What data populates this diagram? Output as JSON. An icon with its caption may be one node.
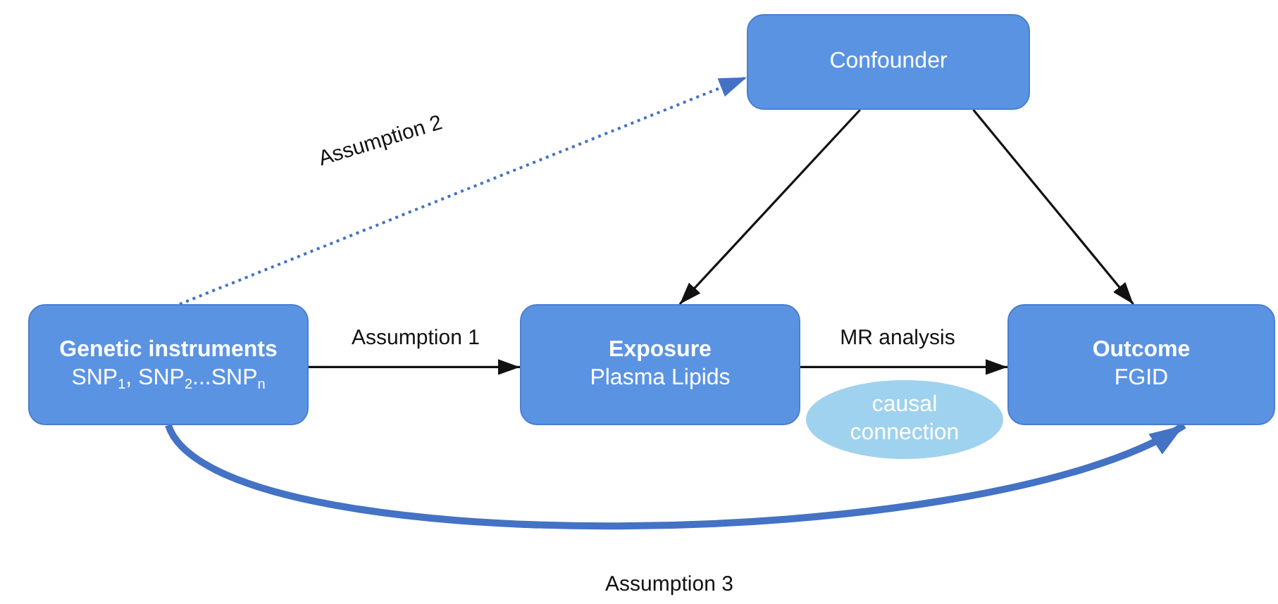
{
  "diagram": {
    "nodes": [
      {
        "text": [
          "Confounder"
        ]
      },
      {
        "text": [
          "Genetic instruments",
          "SNP$_{1}$, SNP$_{2}$...SNP$_{n}$"
        ]
      },
      {
        "text": [
          "Exposure",
          "Plasma Lipids"
        ]
      },
      {
        "text": [
          "Outcome",
          "FGID"
        ]
      },
      {
        "text": [
          "causal connection"
        ]
      }
    ],
    "edges": [
      {
        "from": 1,
        "to": 0,
        "arrow": "to",
        "label": "Assumption 2",
        "style": "dashed",
        "color": "#4472c4"
      },
      {
        "from": 1,
        "to": 2,
        "arrow": "to",
        "label": "Assumption 1"
      },
      {
        "from": 0,
        "to": 2,
        "arrow": "to"
      },
      {
        "from": 0,
        "to": 3,
        "arrow": "to"
      },
      {
        "from": 2,
        "to": 3,
        "arrow": "to",
        "label": "MR analysis"
      },
      {
        "from": 1,
        "to": 3,
        "arrow": "to",
        "label": "Assumption 3",
        "style": "thick",
        "color": "#4472c4"
      }
    ]
  }
}
